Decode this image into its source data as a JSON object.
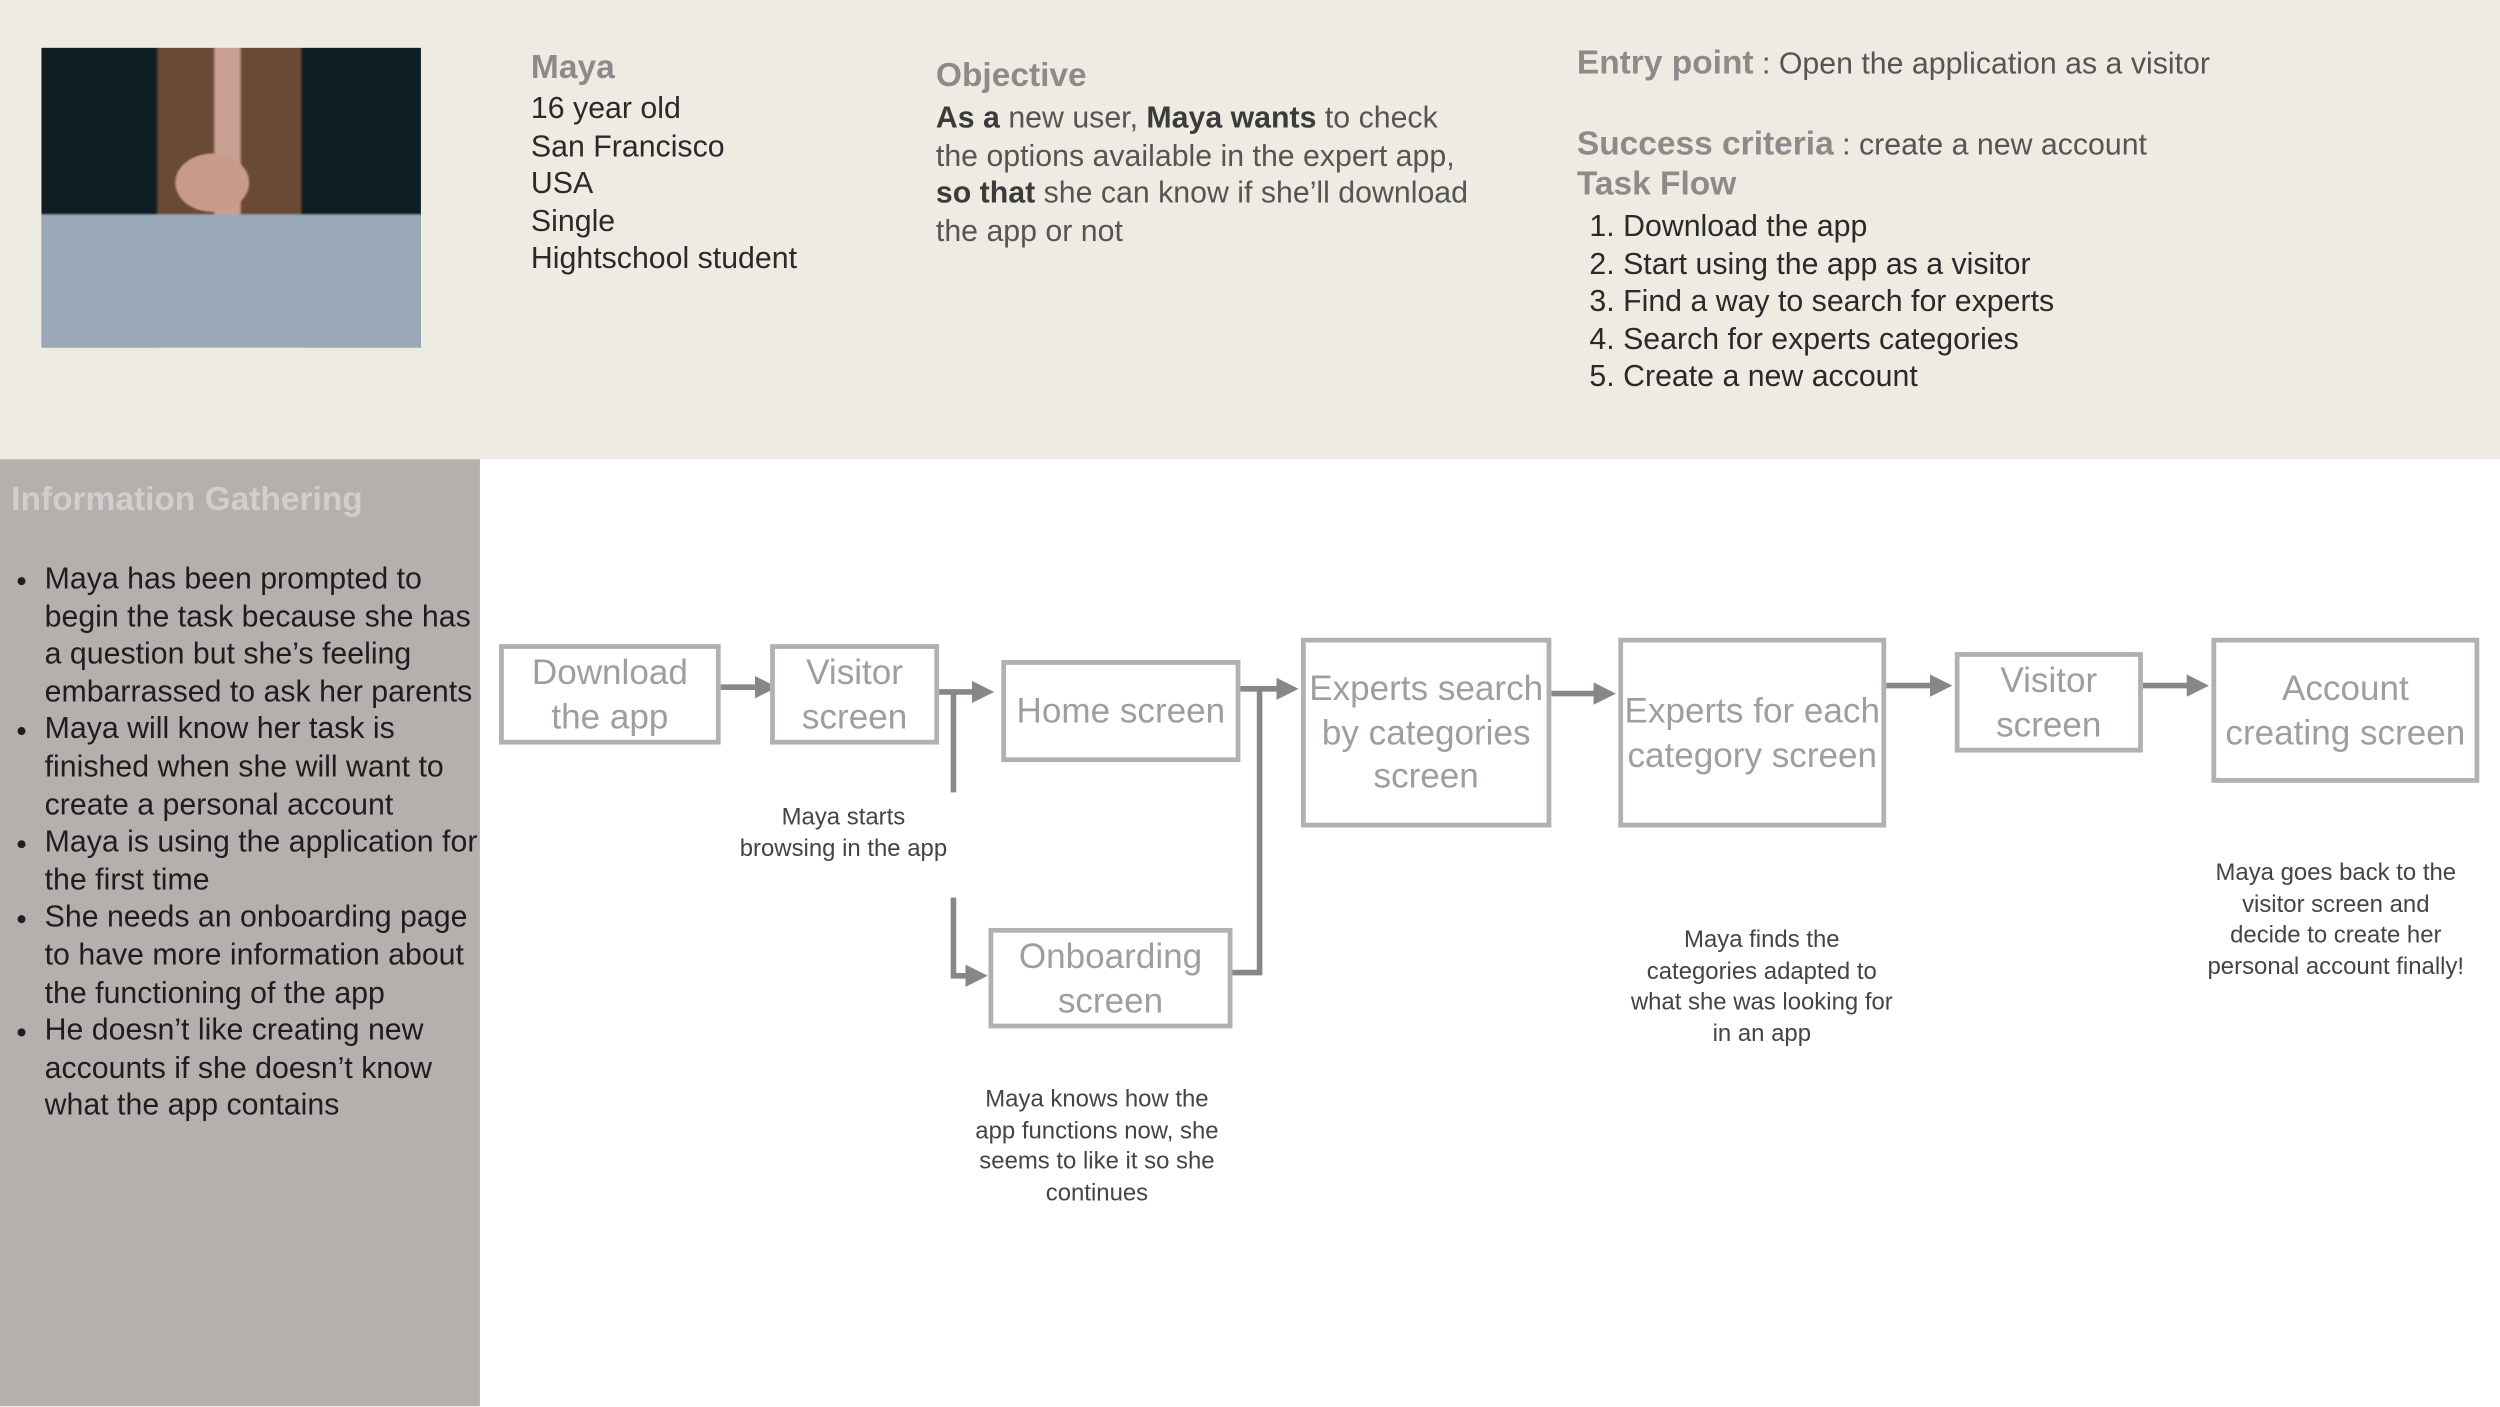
{
  "persona": {
    "name": "Maya",
    "details": [
      "16 year old",
      "San Francisco",
      "USA",
      "Single",
      "Hightschool student"
    ]
  },
  "objective": {
    "heading": "Objective",
    "as_a": "As a",
    "new_user": " new user, ",
    "maya_wants": "Maya wants",
    "to_check": " to check the options available in the expert app, ",
    "so_that": "so that",
    "rest": " she can know if she’ll download the app or not"
  },
  "entry": {
    "label": "Entry point",
    "sep": " : ",
    "value": "Open the application as a visitor"
  },
  "success": {
    "label": "Success criteria",
    "sep": " : ",
    "value": "create a new account"
  },
  "task_flow": {
    "heading": "Task Flow",
    "steps": [
      "Download the app",
      "Start using the app as a visitor",
      "Find a way to search for experts",
      "Search for experts categories",
      "Create a new account"
    ]
  },
  "sidebar": {
    "title": "Information Gathering",
    "items": [
      "Maya has been prompted to begin the task because she has a question but she’s feeling embarrassed to ask her parents",
      "Maya will know her task is finished when she will want to create a personal account",
      "Maya is using the application for the first time",
      "She needs an onboarding page to have more information about the functioning of the app",
      "He doesn’t like creating new accounts if she doesn’t know what the app contains"
    ]
  },
  "flow": {
    "boxes": {
      "download": "Download the app",
      "visitor": "Visitor screen",
      "home": "Home screen",
      "onboarding": "Onboarding screen",
      "experts_search": "Experts search by categories screen",
      "experts_each": "Experts for each category screen",
      "visitor2": "Visitor screen",
      "account": "Account creating screen"
    },
    "notes": {
      "browsing": "Maya starts browsing in the app",
      "onboarding": "Maya knows how the app functions now, she seems to like it so she continues",
      "categories": "Maya finds the categories adapted to what she was looking for in an app",
      "account": "Maya goes back to the visitor screen and decide to create her personal account finally!"
    }
  },
  "colors": {
    "top_band": "#eeebe2",
    "sidebar": "#b5b0ae",
    "box_border": "#b3b0b0",
    "arrow": "#8a8586"
  }
}
